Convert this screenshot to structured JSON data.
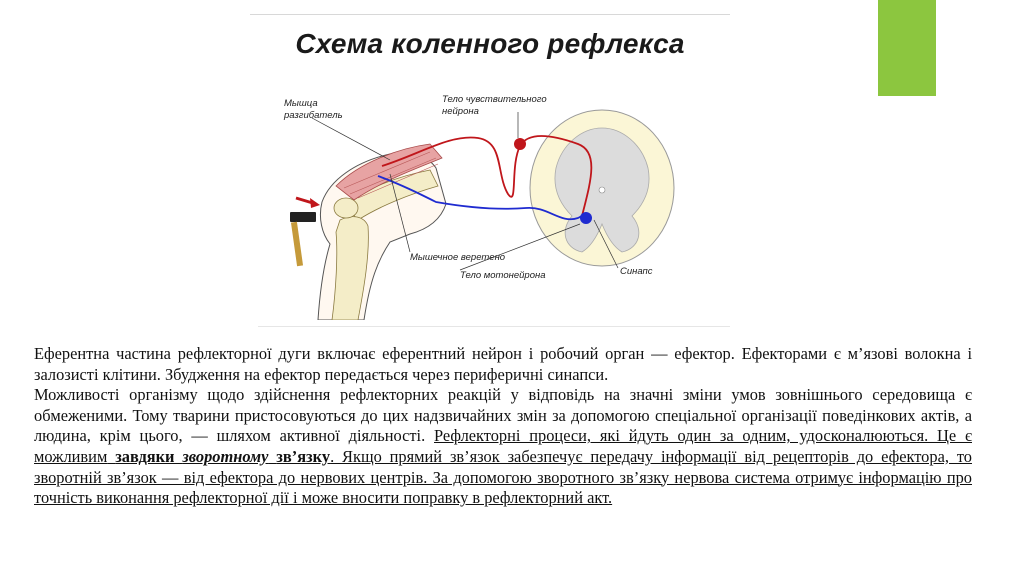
{
  "slide": {
    "title": "Схема коленного рефлекса",
    "accent_color": "#8cc63f"
  },
  "figure": {
    "labels": {
      "muscle_line1": "Мышца",
      "muscle_line2": "разгибатель",
      "sensory_body_line1": "Тело чувствительного",
      "sensory_body_line2": "нейрона",
      "spindle": "Мышечное веретено",
      "motor_body": "Тело мотонейрона",
      "synapse": "Синапс"
    },
    "colors": {
      "sensory_neuron": "#c0161b",
      "motor_neuron": "#1f2bd0",
      "muscle": "#e7a3a3",
      "bone": "#f4edc8",
      "spinal_grey": "#dcdcdc",
      "spinal_white": "#fbf6d6"
    },
    "icons": [
      "reflex-hammer-icon",
      "arrow-icon"
    ]
  },
  "body": {
    "p1": "Еферентна частина рефлекторної дуги включає еферентний нейрон і робочий орган — ефектор. Ефекторами є м’язові волокна і залозисті клітини. Збудження на ефектор передається через периферичні синапси.",
    "p2_plain": "Можливості організму щодо здійснення рефлекторних реакцій у відповідь на значні зміни умов зовнішнього середовища є обмеженими. Тому тварини пристосовуються до цих надзвичайних змін за допомогою спеціальної організації поведінкових актів, а людина, крім цього, — шляхом активної діяльності.",
    "p2_u1": "Рефлекторні процеси, які йдуть один за одним, удосконалюються. Це є можливим",
    "p2_bold": "завдяки",
    "p2_bold_italic": "зворотному",
    "p2_bold2": "зв’язку",
    "p2_u2": ". Якщо прямий зв’язок забезпечує передачу інформації від рецепторів до ефектора, то зворотній зв’язок — від ефектора до нервових центрів. За допомогою зворотного зв’язку нервова система отримує інформацію про точність виконання рефлекторної дії і може вносити поправку в рефлекторний акт."
  }
}
